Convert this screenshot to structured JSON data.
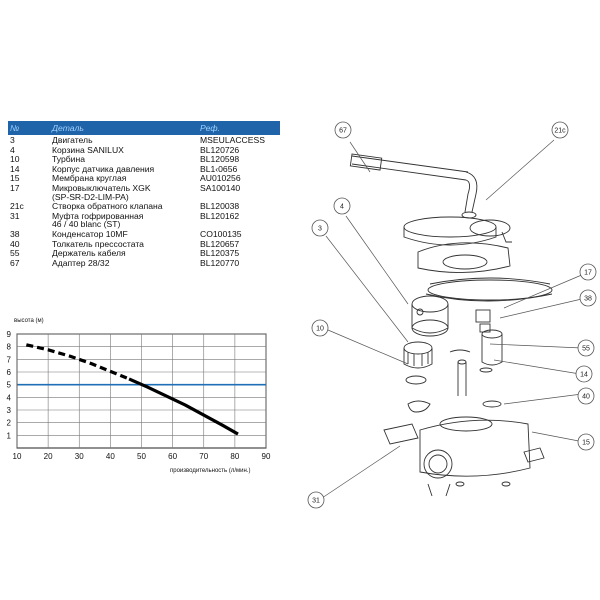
{
  "table": {
    "headers": {
      "num": "№",
      "name": "Деталь",
      "ref": "Реф."
    },
    "rows": [
      {
        "num": "3",
        "name": "Двигатель",
        "ref": "MSEULACCESS"
      },
      {
        "num": "4",
        "name": "Корзина SANILUX",
        "ref": "BL120726"
      },
      {
        "num": "10",
        "name": "Турбина",
        "ref": "BL120598"
      },
      {
        "num": "14",
        "name": "Корпус датчика давления",
        "ref": "BL1‹0656"
      },
      {
        "num": "15",
        "name": "Мембрана круглая",
        "ref": "AU010256"
      },
      {
        "num": "17",
        "name": "Микровыключатель XGK\n(SP-SR-D2-LIM-PA)",
        "ref": "SA100140"
      },
      {
        "num": "21c",
        "name": "Створка обратного клапана",
        "ref": "BL120038"
      },
      {
        "num": "31",
        "name": "Муфта гофрированная\n46 / 40 blanc (ST)",
        "ref": "BL120162"
      },
      {
        "num": "38",
        "name": "Конденсатор 10ΜF",
        "ref": "CO100135"
      },
      {
        "num": "40",
        "name": "Толкатель прессостата",
        "ref": "BL120657"
      },
      {
        "num": "55",
        "name": "Держатель кабеля",
        "ref": "BL120375"
      },
      {
        "num": "67",
        "name": "Адаптер 28/32",
        "ref": "BL120770"
      }
    ]
  },
  "chart_data": {
    "type": "line",
    "ylabel": "высота (м)",
    "xlabel": "производительность (л/мин.)",
    "xlim": [
      10,
      90
    ],
    "ylim": [
      0,
      9
    ],
    "xticks": [
      10,
      20,
      30,
      40,
      50,
      60,
      70,
      80,
      90
    ],
    "yticks": [
      1,
      2,
      3,
      4,
      5,
      6,
      7,
      8,
      9
    ],
    "grid": true,
    "reference_line_y": 5.0,
    "series": [
      {
        "style": "dashed",
        "x": [
          13,
          20,
          27,
          34,
          40,
          46
        ],
        "y": [
          8.15,
          7.75,
          7.25,
          6.65,
          6.05,
          5.45
        ]
      },
      {
        "style": "solid",
        "x": [
          46,
          52,
          58,
          64,
          70,
          76,
          81
        ],
        "y": [
          5.45,
          4.8,
          4.1,
          3.4,
          2.6,
          1.8,
          1.1
        ]
      }
    ],
    "colors": {
      "curve": "#000000",
      "reference": "#1e6fb5",
      "grid": "#777777"
    }
  },
  "diagram": {
    "callouts": [
      "67",
      "21c",
      "4",
      "3",
      "17",
      "38",
      "10",
      "55",
      "14",
      "40",
      "15",
      "31"
    ]
  }
}
